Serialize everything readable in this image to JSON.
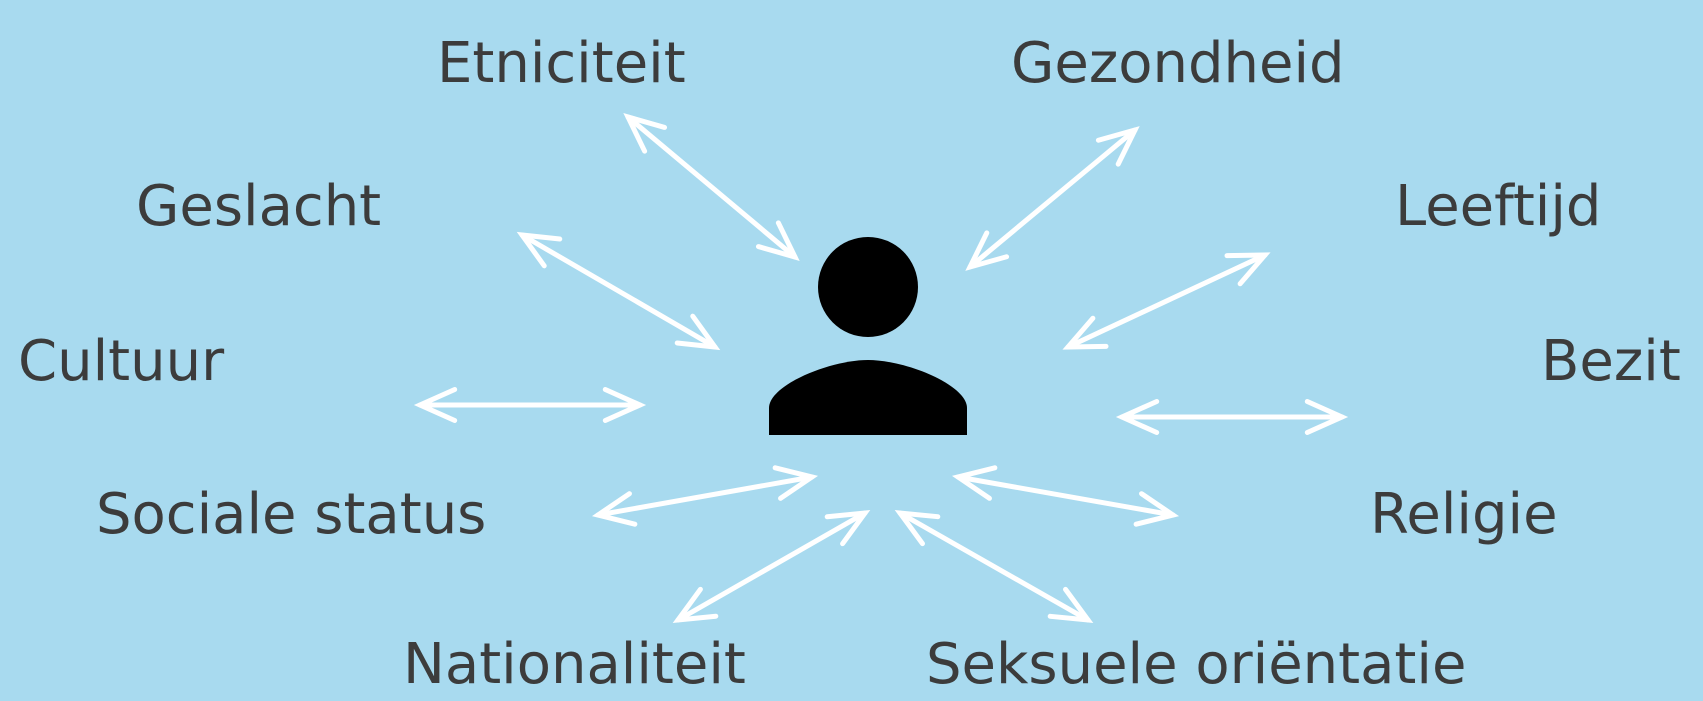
{
  "diagram": {
    "center": {
      "icon": "person-icon",
      "color": "#000000"
    },
    "background_color": "#a8daef",
    "text_color": "#3c3c3c",
    "arrow_color": "#ffffff",
    "labels": {
      "etniciteit": "Etniciteit",
      "gezondheid": "Gezondheid",
      "geslacht": "Geslacht",
      "leeftijd": "Leeftijd",
      "cultuur": "Cultuur",
      "bezit": "Bezit",
      "sociale_status": "Sociale status",
      "religie": "Religie",
      "nationaliteit": "Nationaliteit",
      "seksuele_orientatie": "Seksuele oriëntatie"
    }
  }
}
